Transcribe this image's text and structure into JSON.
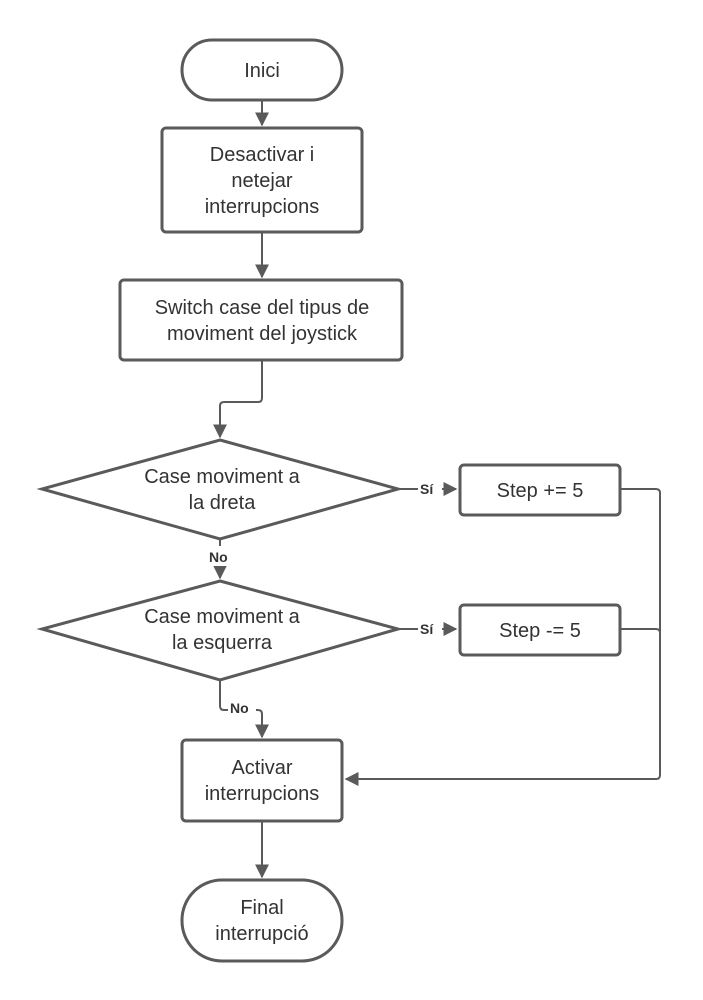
{
  "nodes": {
    "start": {
      "lines": [
        "Inici"
      ]
    },
    "disable": {
      "lines": [
        "Desactivar i",
        "netejar",
        "interrupcions"
      ]
    },
    "switch": {
      "lines": [
        "Switch case del tipus de",
        "moviment del joystick"
      ]
    },
    "case_right": {
      "lines": [
        "Case moviment a",
        "la dreta"
      ]
    },
    "step_plus": {
      "lines": [
        "Step += 5"
      ]
    },
    "case_left": {
      "lines": [
        "Case moviment a",
        "la esquerra"
      ]
    },
    "step_minus": {
      "lines": [
        "Step -= 5"
      ]
    },
    "activate": {
      "lines": [
        "Activar",
        "interrupcions"
      ]
    },
    "end": {
      "lines": [
        "Final",
        "interrupció"
      ]
    }
  },
  "edge_labels": {
    "right_yes": "Sí",
    "right_no": "No",
    "left_yes": "Sí",
    "left_no": "No"
  },
  "colors": {
    "stroke": "#5a5a5a",
    "text": "#333333",
    "background": "#ffffff"
  }
}
